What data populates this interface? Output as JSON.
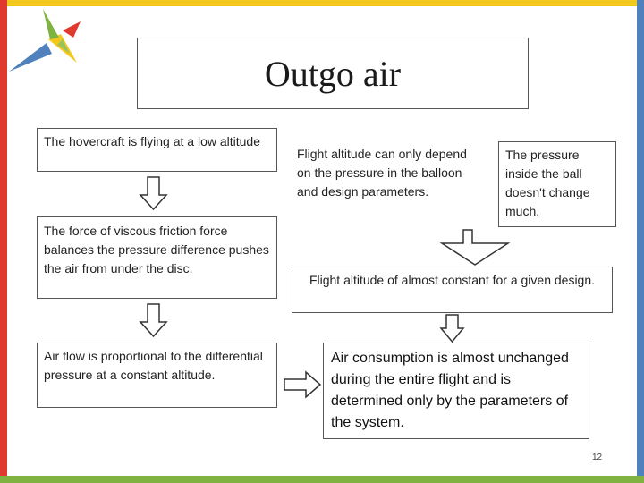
{
  "title": "Outgo air",
  "boxes": {
    "hover_low": "The hovercraft is flying at a low altitude",
    "viscous_friction": "The force of viscous friction force balances the pressure difference pushes the air from under the disc.",
    "air_flow": "Air flow is proportional to the differential pressure at a constant altitude.",
    "altitude_depends": "Flight altitude can only depend on the pressure in the balloon and design parameters.",
    "pressure_ball": "The pressure inside the ball doesn't change much.",
    "altitude_constant": "Flight altitude of almost constant for a given design.",
    "air_consumption": "Air consumption is almost unchanged during the entire flight and is determined only by the parameters of the system."
  },
  "page_number": "12",
  "colors": {
    "top_bar": "#f3c81c",
    "left_bar": "#e03a2f",
    "right_bar": "#4f81bd",
    "bottom_bar": "#7fb241"
  }
}
